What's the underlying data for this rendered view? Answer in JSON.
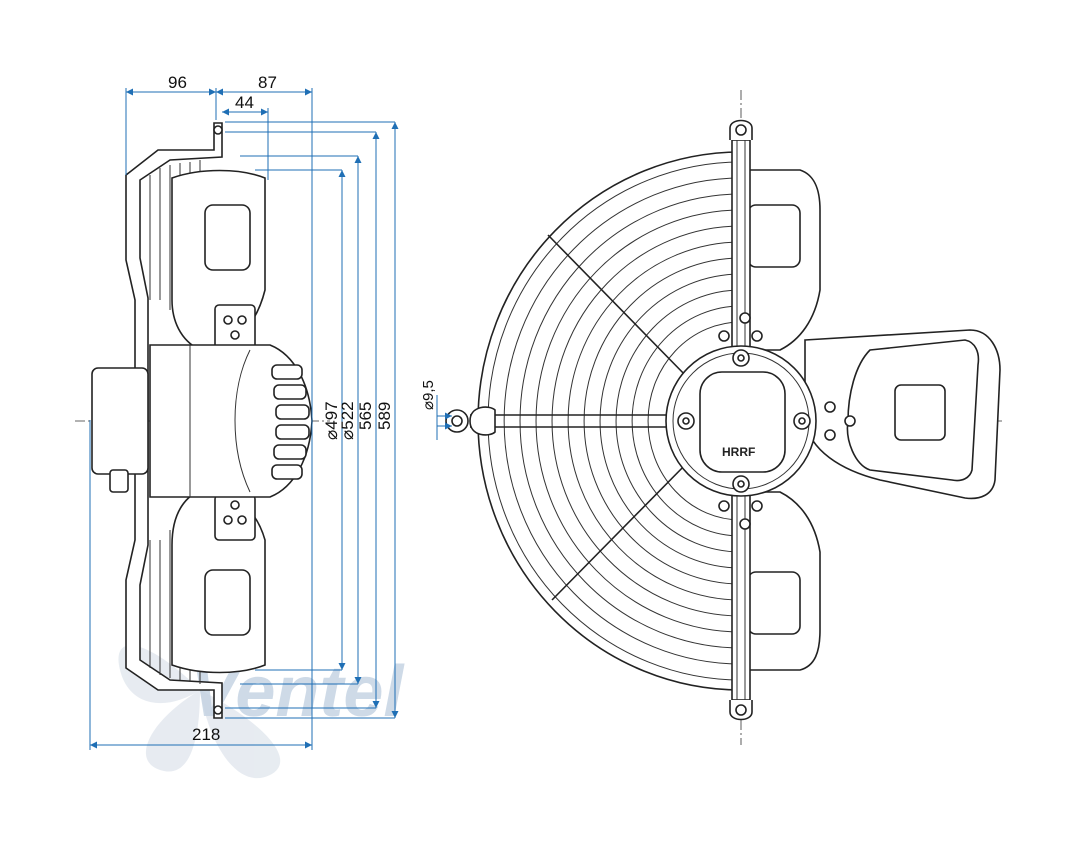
{
  "watermark": {
    "brand": "Ventel"
  },
  "logo": {
    "text": "HRRF"
  },
  "dimensions": {
    "top_left_width": "96",
    "top_right_width": "87",
    "mount_offset": "44",
    "overall_depth": "218",
    "diameters": [
      "⌀497",
      "⌀522",
      "565",
      "589"
    ],
    "hole_diameter": "⌀9,5"
  },
  "colors": {
    "dimension": "#1f6fb5",
    "outline": "#222222",
    "watermark": "#d4dce6"
  }
}
